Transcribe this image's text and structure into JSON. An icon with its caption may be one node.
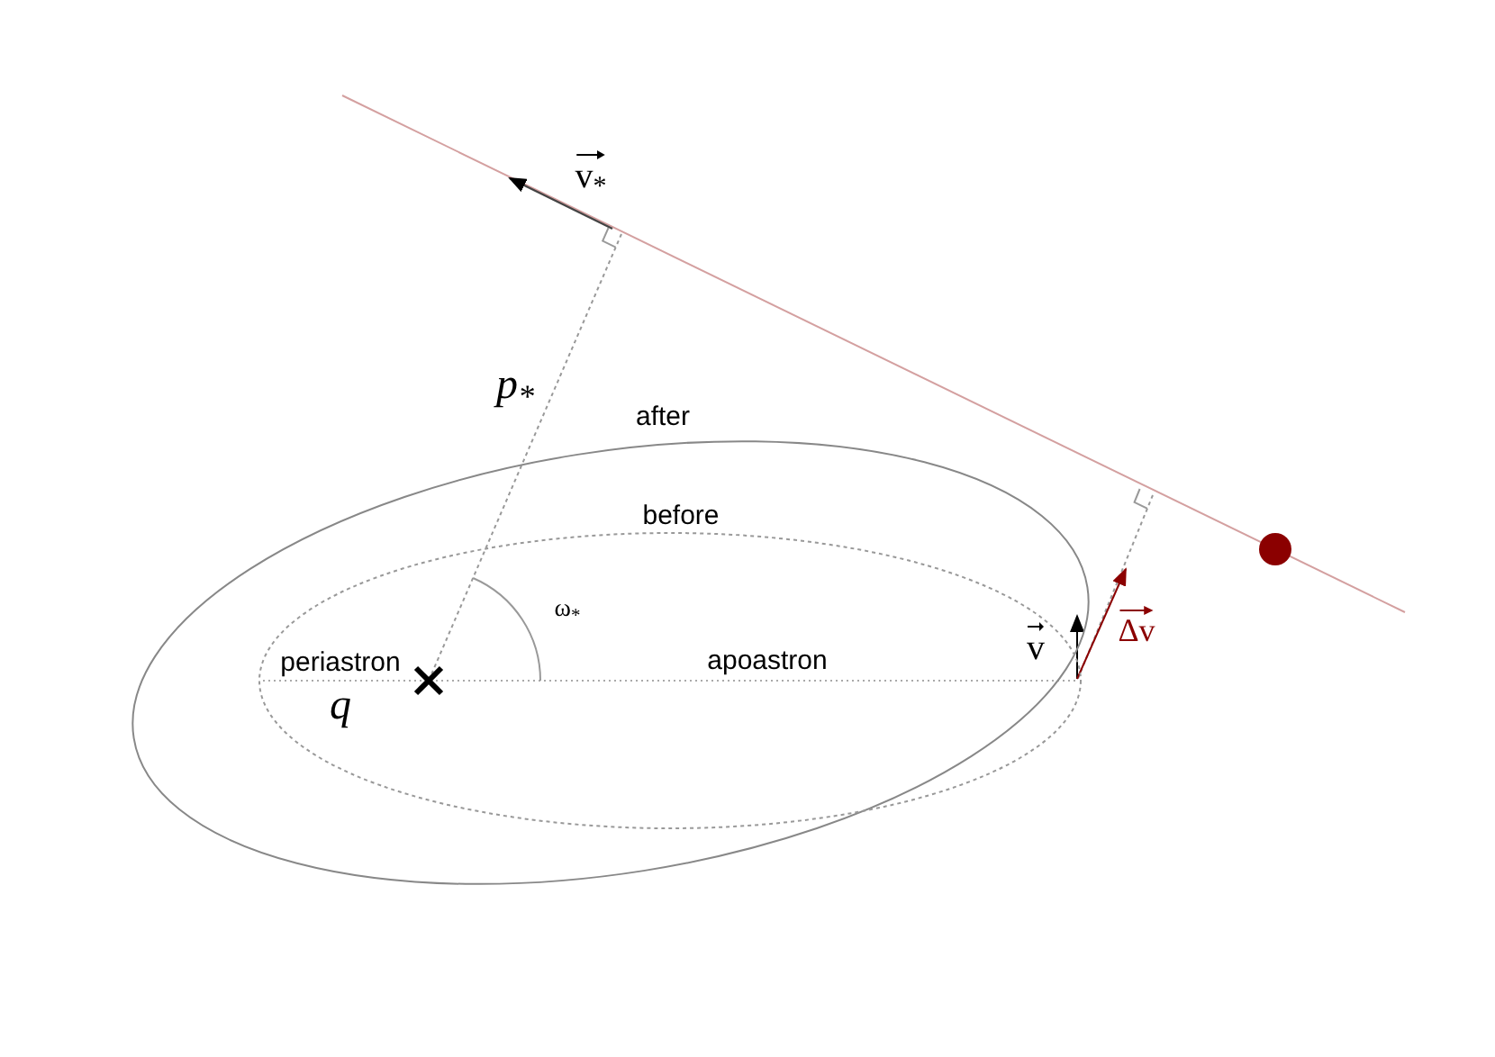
{
  "diagram": {
    "nodes": [
      {
        "text": [
          "after"
        ]
      },
      {
        "text": [
          "before"
        ],
        "in": 0
      },
      {
        "text": [],
        "shape": "circle"
      }
    ],
    "labels": [
      "v$_{*}$",
      "p$_{*}$",
      "ω$_{*}$",
      "periastron",
      "apoastron",
      "q",
      "v",
      "Δv"
    ]
  }
}
